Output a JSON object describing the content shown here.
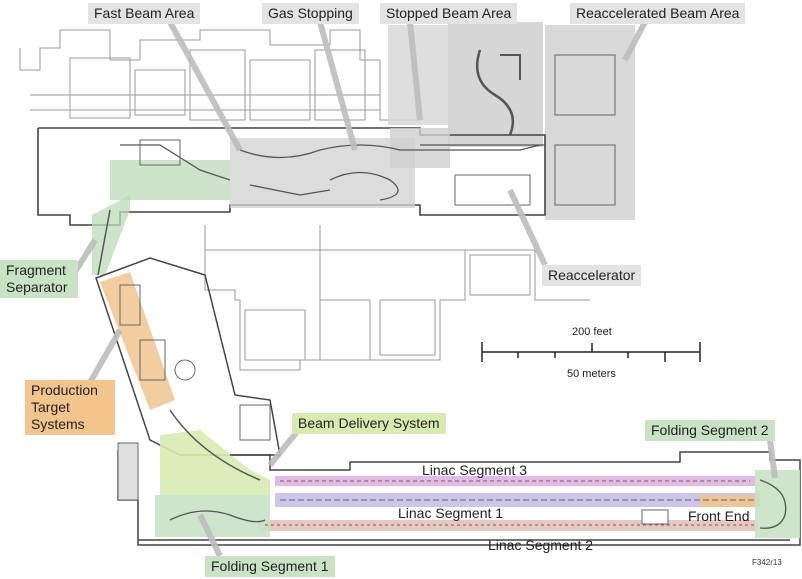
{
  "labels": {
    "fast_beam": "Fast Beam Area",
    "gas_stopping": "Gas Stopping",
    "stopped_beam": "Stopped Beam Area",
    "reaccelerated_beam": "Reaccelerated Beam Area",
    "reaccelerator": "Reaccelerator",
    "fragment_separator_1": "Fragment",
    "fragment_separator_2": "Separator",
    "production_target_1": "Production",
    "production_target_2": "Target",
    "production_target_3": "Systems",
    "beam_delivery": "Beam Delivery System",
    "linac_1": "Linac Segment 1",
    "linac_2": "Linac Segment 2",
    "linac_3": "Linac Segment 3",
    "folding_1": "Folding Segment 1",
    "folding_2": "Folding Segment 2",
    "front_end": "Front End"
  },
  "scale": {
    "feet": "200 feet",
    "meters": "50 meters"
  },
  "figure_id": "F342r13",
  "colors": {
    "label_grey": "#e3e3e3",
    "fragment_green": "#c8e2c4",
    "production_orange": "#f2c58c",
    "delivery_lime": "#d7ebb0",
    "linac1_purple": "#c9c3ea",
    "linac2_pink": "#e9c3bd",
    "linac3_magenta": "#dfb6e5"
  }
}
